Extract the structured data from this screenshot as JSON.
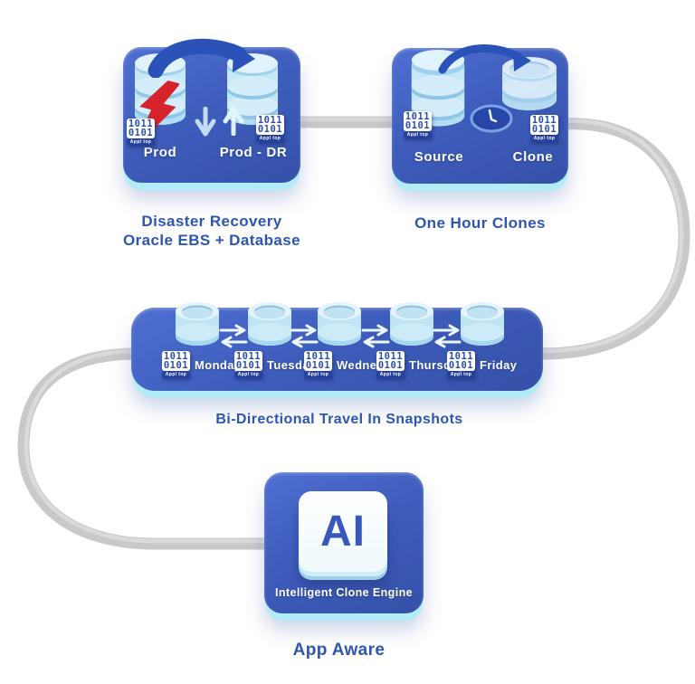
{
  "colors": {
    "panel_blue": "#3e5cbb",
    "panel_edge_cyan": "#b2ecf8",
    "caption_blue": "#2d56b2",
    "connector_gray": "#c9c9c9",
    "arrow_blue": "#2b52b8",
    "bolt_red": "#d6232b",
    "badge_text_blue": "#2b4fae",
    "white": "#ffffff"
  },
  "badge": {
    "line1": "1011",
    "line2": "0101",
    "strip": "Appl top"
  },
  "dr_panel": {
    "left_db_label": "Prod",
    "right_db_label": "Prod - DR",
    "caption_line1": "Disaster Recovery",
    "caption_line2": "Oracle EBS + Database"
  },
  "clone_panel": {
    "left_db_label": "Source",
    "right_db_label": "Clone",
    "caption": "One Hour Clones"
  },
  "snapshot_bar": {
    "days": [
      "Monday",
      "Tuesday",
      "Wednesday",
      "Thursday",
      "Friday"
    ],
    "caption": "Bi-Directional Travel In Snapshots"
  },
  "ai_panel": {
    "logo": "AI",
    "subtitle": "Intelligent Clone Engine",
    "caption": "App Aware"
  }
}
